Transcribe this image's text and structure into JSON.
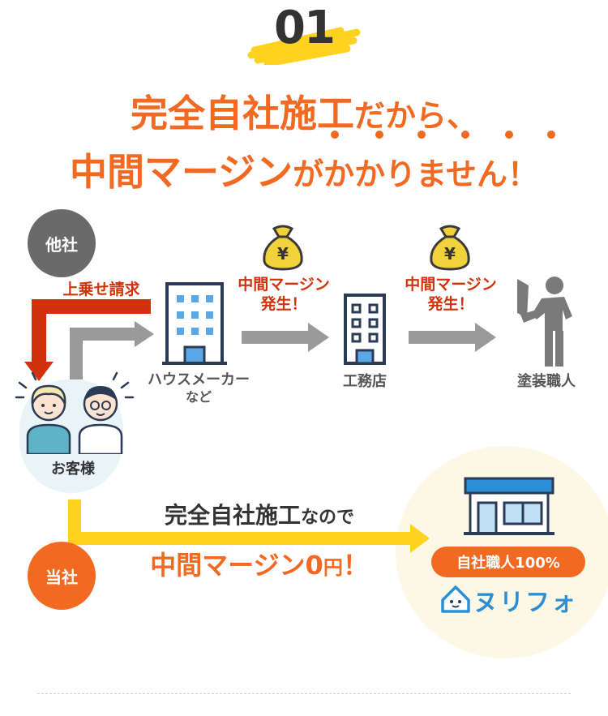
{
  "heading": {
    "number": "01",
    "line1_main": "完全自社施工",
    "line1_rest": "だから、",
    "line2_main": "中間マージン",
    "line2_rest": "がかかりません！"
  },
  "flow": {
    "other_company": "他社",
    "markup_label": "上乗せ請求",
    "margin_label_1a": "中間マージン",
    "margin_label_1b": "発生！",
    "margin_label_2a": "中間マージン",
    "margin_label_2b": "発生！",
    "house_maker_a": "ハウスメーカー",
    "house_maker_b": "など",
    "contractor": "工務店",
    "painter": "塗装職人",
    "customer": "お客様",
    "our_company": "当社",
    "our_msg1_main": "完全自社施工",
    "our_msg1_rest": "なので",
    "our_msg2_main": "中間マージン0",
    "our_msg2_yen": "円",
    "our_msg2_end": "！",
    "badge": "自社職人100%",
    "brand": "ヌリフォ",
    "yen_symbol": "¥"
  },
  "colors": {
    "orange": "#f26a21",
    "red": "#d0330c",
    "gray": "#9a9a9a",
    "yellow": "#ffd21f",
    "blue": "#2b6cb0"
  }
}
